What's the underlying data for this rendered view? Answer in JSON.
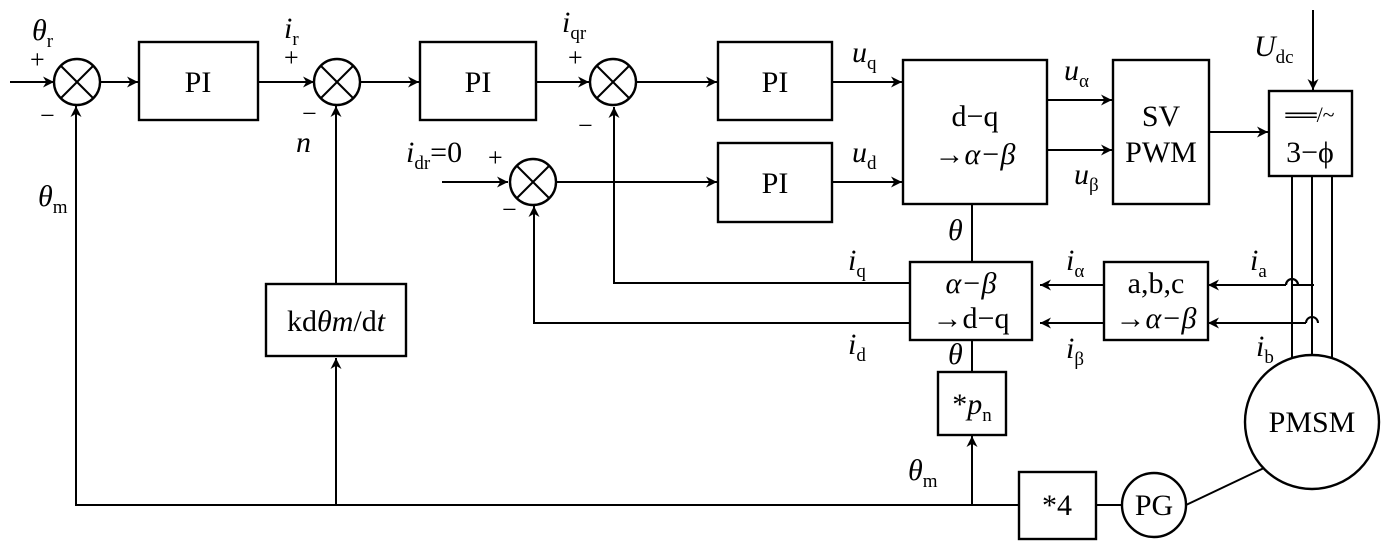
{
  "blocks": {
    "pi1": "PI",
    "pi2": "PI",
    "pi3": "PI",
    "pi4": "PI",
    "dq_ab": {
      "line1": "d−q",
      "line2": "→α−β"
    },
    "svpwm": {
      "line1": "SV",
      "line2": "PWM"
    },
    "inverter": {
      "line1": "══/~",
      "line2": "3−ϕ"
    },
    "ab_dq": {
      "line1": "α−β",
      "line2": "→d−q"
    },
    "abc_ab": {
      "line1": "a,b,c",
      "line2": "→α−β"
    },
    "speed_est": {
      "k": "kd",
      "theta": "θ",
      "m": "m",
      "slash": "/d",
      "t": "t"
    },
    "pn": {
      "star": "*",
      "p": "p",
      "sub": "n"
    },
    "x4": "*4",
    "pg": "PG",
    "pmsm": "PMSM"
  },
  "signals": {
    "theta_r": {
      "main": "θ",
      "sub": "r"
    },
    "theta_m_left": {
      "main": "θ",
      "sub": "m"
    },
    "i_r": {
      "main": "i",
      "sub": "r"
    },
    "n": "n",
    "i_qr": {
      "main": "i",
      "sub": "qr"
    },
    "i_dr": {
      "main": "i",
      "sub": "dr",
      "eq": "=0"
    },
    "u_q": {
      "main": "u",
      "sub": "q"
    },
    "u_d": {
      "main": "u",
      "sub": "d"
    },
    "u_alpha": {
      "main": "u",
      "sub": "α"
    },
    "u_beta": {
      "main": "u",
      "sub": "β"
    },
    "U_dc": {
      "main": "U",
      "sub": "dc"
    },
    "theta_top": "θ",
    "theta_bottom": "θ",
    "i_q": {
      "main": "i",
      "sub": "q"
    },
    "i_d": {
      "main": "i",
      "sub": "d"
    },
    "i_alpha": {
      "main": "i",
      "sub": "α"
    },
    "i_beta": {
      "main": "i",
      "sub": "β"
    },
    "i_a": {
      "main": "i",
      "sub": "a"
    },
    "i_b": {
      "main": "i",
      "sub": "b"
    },
    "theta_m_bottom": {
      "main": "θ",
      "sub": "m"
    }
  },
  "signs": {
    "plus": "+",
    "minus": "−"
  }
}
